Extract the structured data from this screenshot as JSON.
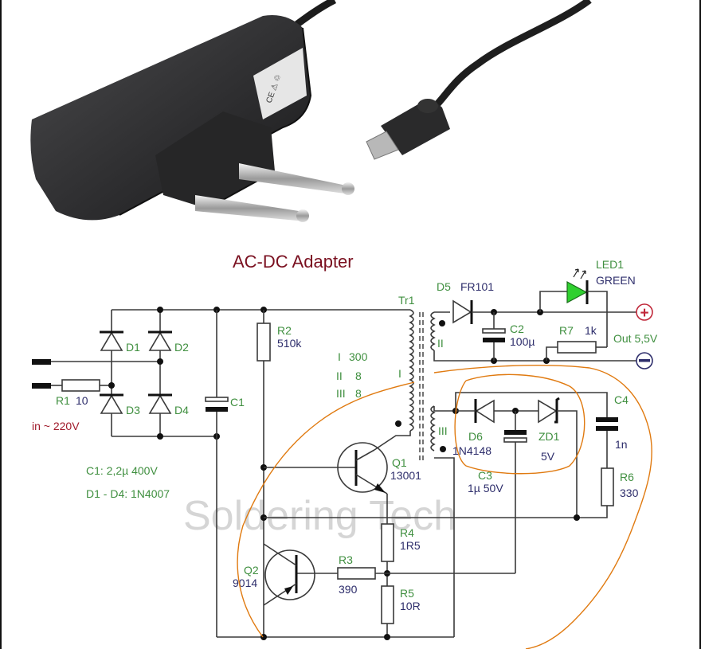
{
  "photo": {
    "subject": "AC-DC wall adapter with EU plug and micro-USB cable",
    "icons": [
      "wall-adapter-icon",
      "eu-plug-pins-icon",
      "usb-cable-icon",
      "micro-usb-connector-icon"
    ]
  },
  "title": "AC-DC Adapter",
  "watermark": "Soldering Tech",
  "input": {
    "label": "in ~ 220V"
  },
  "output": {
    "label": "Out 5,5V",
    "plus_symbol": "+",
    "minus_symbol": "−"
  },
  "components": {
    "D1": {
      "ref": "D1"
    },
    "D2": {
      "ref": "D2"
    },
    "D3": {
      "ref": "D3"
    },
    "D4": {
      "ref": "D4"
    },
    "R1": {
      "ref": "R1",
      "value": "10"
    },
    "C1": {
      "ref": "C1"
    },
    "R2": {
      "ref": "R2",
      "value": "510k"
    },
    "Tr1": {
      "ref": "Tr1",
      "winding_I": "I",
      "winding_II": "II",
      "winding_III": "III"
    },
    "D5": {
      "ref": "D5",
      "value": "FR101"
    },
    "C2": {
      "ref": "C2",
      "value": "100µ"
    },
    "LED1": {
      "ref": "LED1",
      "value": "GREEN"
    },
    "R7": {
      "ref": "R7",
      "value": "1k"
    },
    "D6": {
      "ref": "D6",
      "value": "1N4148"
    },
    "C3": {
      "ref": "C3",
      "value": "1µ 50V"
    },
    "ZD1": {
      "ref": "ZD1",
      "value": "5V"
    },
    "C4": {
      "ref": "C4",
      "value": "1n"
    },
    "R6": {
      "ref": "R6",
      "value": "330"
    },
    "Q1": {
      "ref": "Q1",
      "value": "13001"
    },
    "Q2": {
      "ref": "Q2",
      "value": "9014"
    },
    "R3": {
      "ref": "R3",
      "value": "390"
    },
    "R4": {
      "ref": "R4",
      "value": "1R5"
    },
    "R5": {
      "ref": "R5",
      "value": "10R"
    }
  },
  "turns": [
    {
      "winding": "I",
      "turns": "300"
    },
    {
      "winding": "II",
      "turns": "8"
    },
    {
      "winding": "III",
      "turns": "8"
    }
  ],
  "notes": [
    "C1: 2,2µ 400V",
    "D1 - D4: 1N4007"
  ],
  "colors": {
    "label_green": "#3f8f3f",
    "label_blue": "#2d2d6b",
    "title_red": "#7a1020",
    "led_green": "#2fd02f",
    "annotation_orange": "#e07a10"
  }
}
